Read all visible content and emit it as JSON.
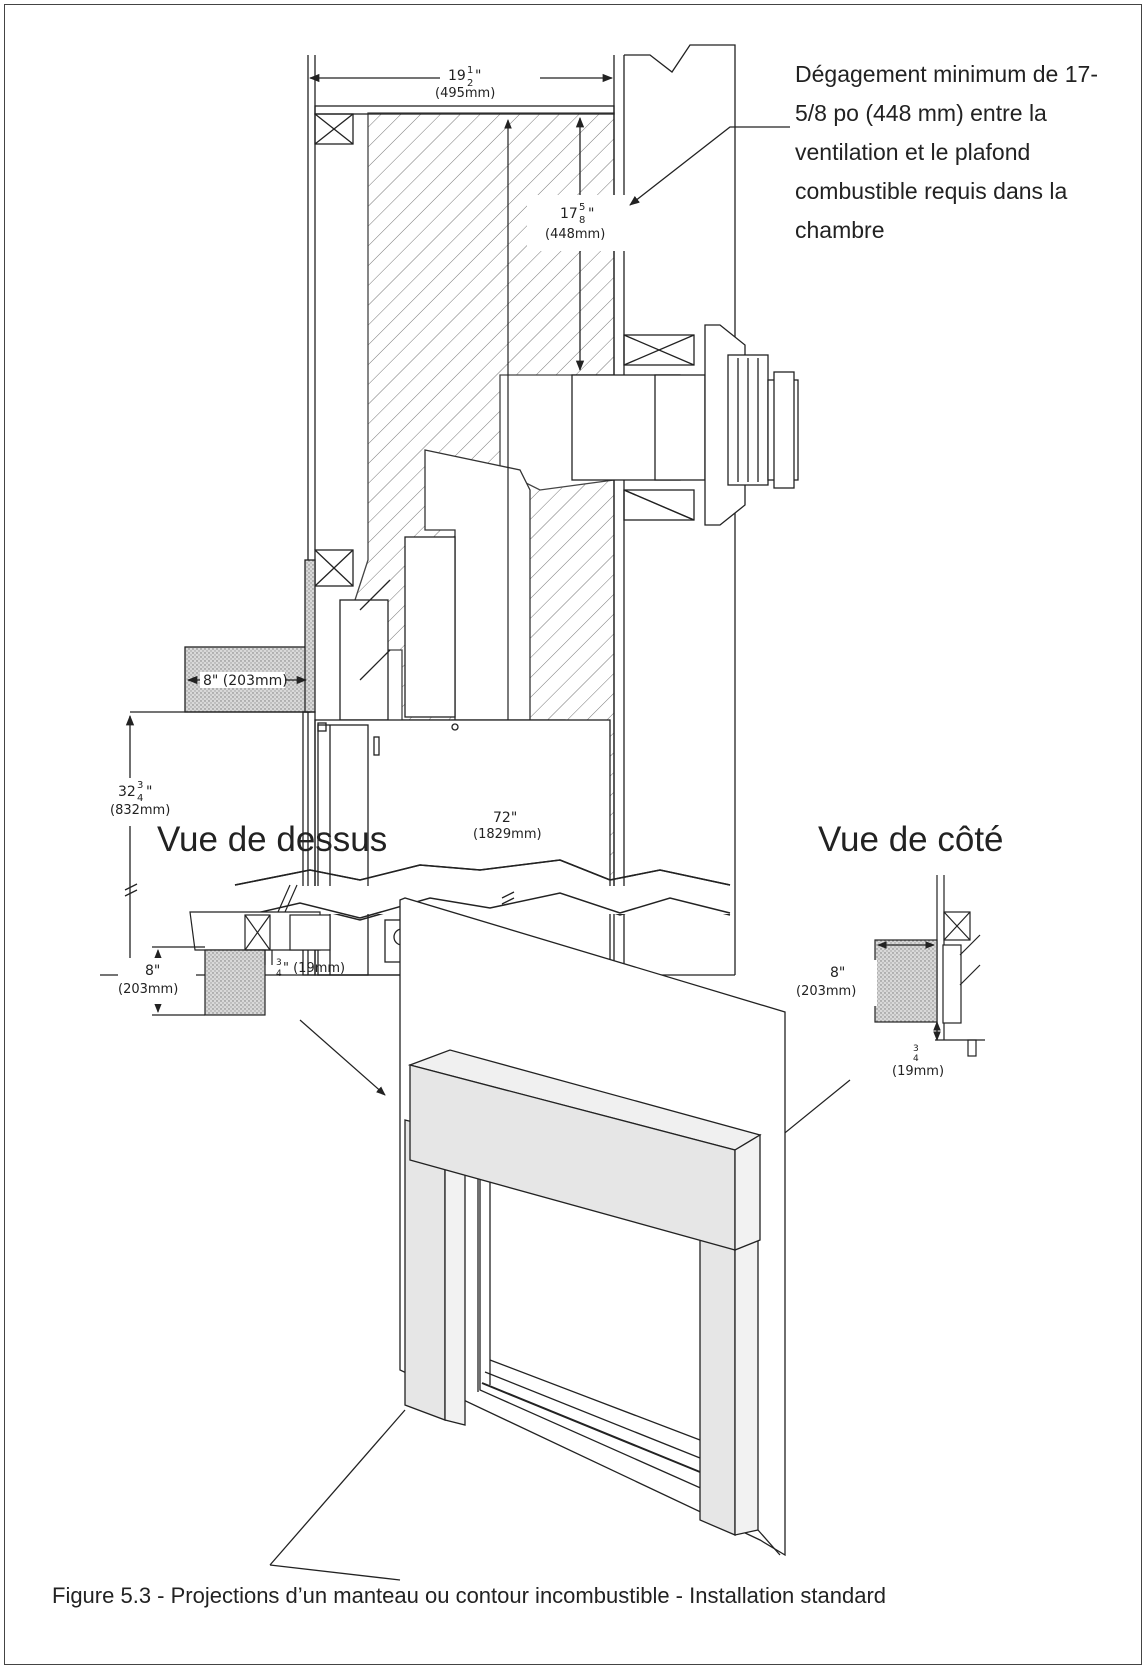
{
  "note_lines": [
    "Dégagement minimum de 17-",
    "5/8 po (448 mm) entre la",
    "ventilation et le plafond",
    "combustible requis dans la",
    "chambre"
  ],
  "dims": {
    "width_main": "19",
    "width_frac_num": "1",
    "width_frac_den": "2",
    "width_mm": "(495mm)",
    "ceiling_main": "17",
    "ceiling_frac_num": "5",
    "ceiling_frac_den": "8",
    "ceiling_mm": "(448mm)",
    "mantel_depth": "8\" (203mm)",
    "mantel_height_main": "32",
    "mantel_height_frac_num": "3",
    "mantel_height_frac_den": "4",
    "mantel_height_mm": "(832mm)",
    "total_height": "72\"",
    "total_height_mm": "(1829mm)",
    "top_depth": "8\"",
    "top_depth_mm": "(203mm)",
    "top_offset_num": "3",
    "top_offset_den": "4",
    "top_offset_mm": "\" (19mm)",
    "side_depth": "8\"",
    "side_depth_mm": "(203mm)",
    "side_offset_num": "3",
    "side_offset_den": "4",
    "side_offset_mm": "(19mm)"
  },
  "views": {
    "top_view": "Vue de dessus",
    "side_view": "Vue de côté"
  },
  "caption": "Figure 5.3 - Projections d’un manteau ou contour incombustible - Installation standard"
}
